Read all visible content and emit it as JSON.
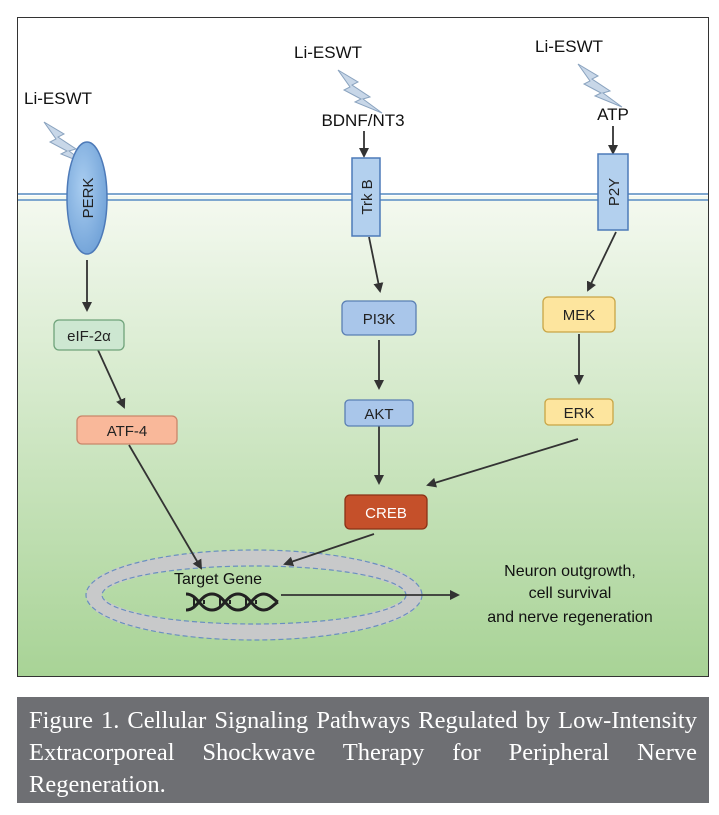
{
  "stimulus": "Li-ESWT",
  "ligands": {
    "bdnf": "BDNF/NT3",
    "atp": "ATP"
  },
  "receptors": {
    "perk": "PERK",
    "trkb": "Trk B",
    "p2y": "P2Y"
  },
  "nodes": {
    "eif2a": "eIF-2α",
    "atf4": "ATF-4",
    "pi3k": "PI3K",
    "akt": "AKT",
    "mek": "MEK",
    "erk": "ERK",
    "creb": "CREB"
  },
  "target_gene": "Target Gene",
  "outcome": [
    "Neuron outgrowth,",
    "cell survival",
    "and nerve regeneration"
  ],
  "colors": {
    "receptor_fill": "#9dc3e6",
    "eif2a_fill": "#cde7d1",
    "atf4_fill": "#f9b89a",
    "pi3k_fill": "#a9c6ea",
    "mek_fill": "#fde59e",
    "creb_fill": "#c5502a",
    "cell_bg_top": "#f2f8ee",
    "cell_bg_bottom": "#a9d497",
    "nucleus_ring": "#c8c9ca",
    "caption_bg": "#6e6f73"
  },
  "caption": "Figure 1. Cellular Signaling Pathways Regulated by Low-Intensity Extracorporeal Shockwave Therapy for Peripheral Nerve Regeneration."
}
